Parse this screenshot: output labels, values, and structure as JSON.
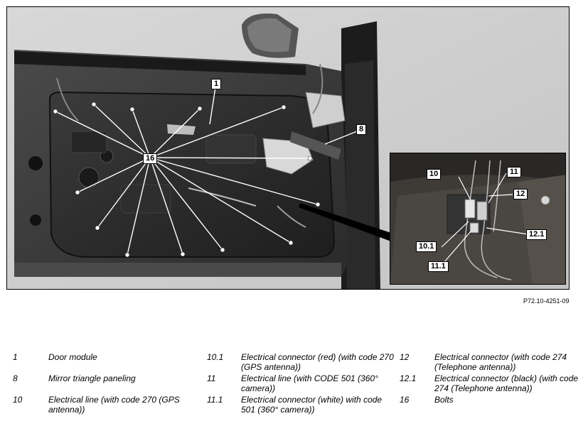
{
  "figure": {
    "code": "P72.10-4251-09",
    "callouts": {
      "main": [
        "1",
        "8",
        "16"
      ],
      "inset": [
        "10",
        "11",
        "12",
        "10.1",
        "12.1",
        "11.1"
      ]
    }
  },
  "legend": [
    {
      "num": "1",
      "text": "Door module"
    },
    {
      "num": "8",
      "text": "Mirror triangle paneling"
    },
    {
      "num": "10",
      "text": "Electrical line (with code 270 (GPS antenna))"
    },
    {
      "num": "10.1",
      "text": "Electrical connector (red) (with code 270 (GPS antenna))"
    },
    {
      "num": "11",
      "text": "Electrical line (with CODE 501 (360° camera))"
    },
    {
      "num": "11.1",
      "text": "Electrical connector (white) with code 501 (360° camera))"
    },
    {
      "num": "12",
      "text": "Electrical connector (with code 274 (Telephone antenna))"
    },
    {
      "num": "12.1",
      "text": "Electrical connector (black) (with code 274 (Telephone antenna))"
    },
    {
      "num": "16",
      "text": "Bolts"
    }
  ]
}
